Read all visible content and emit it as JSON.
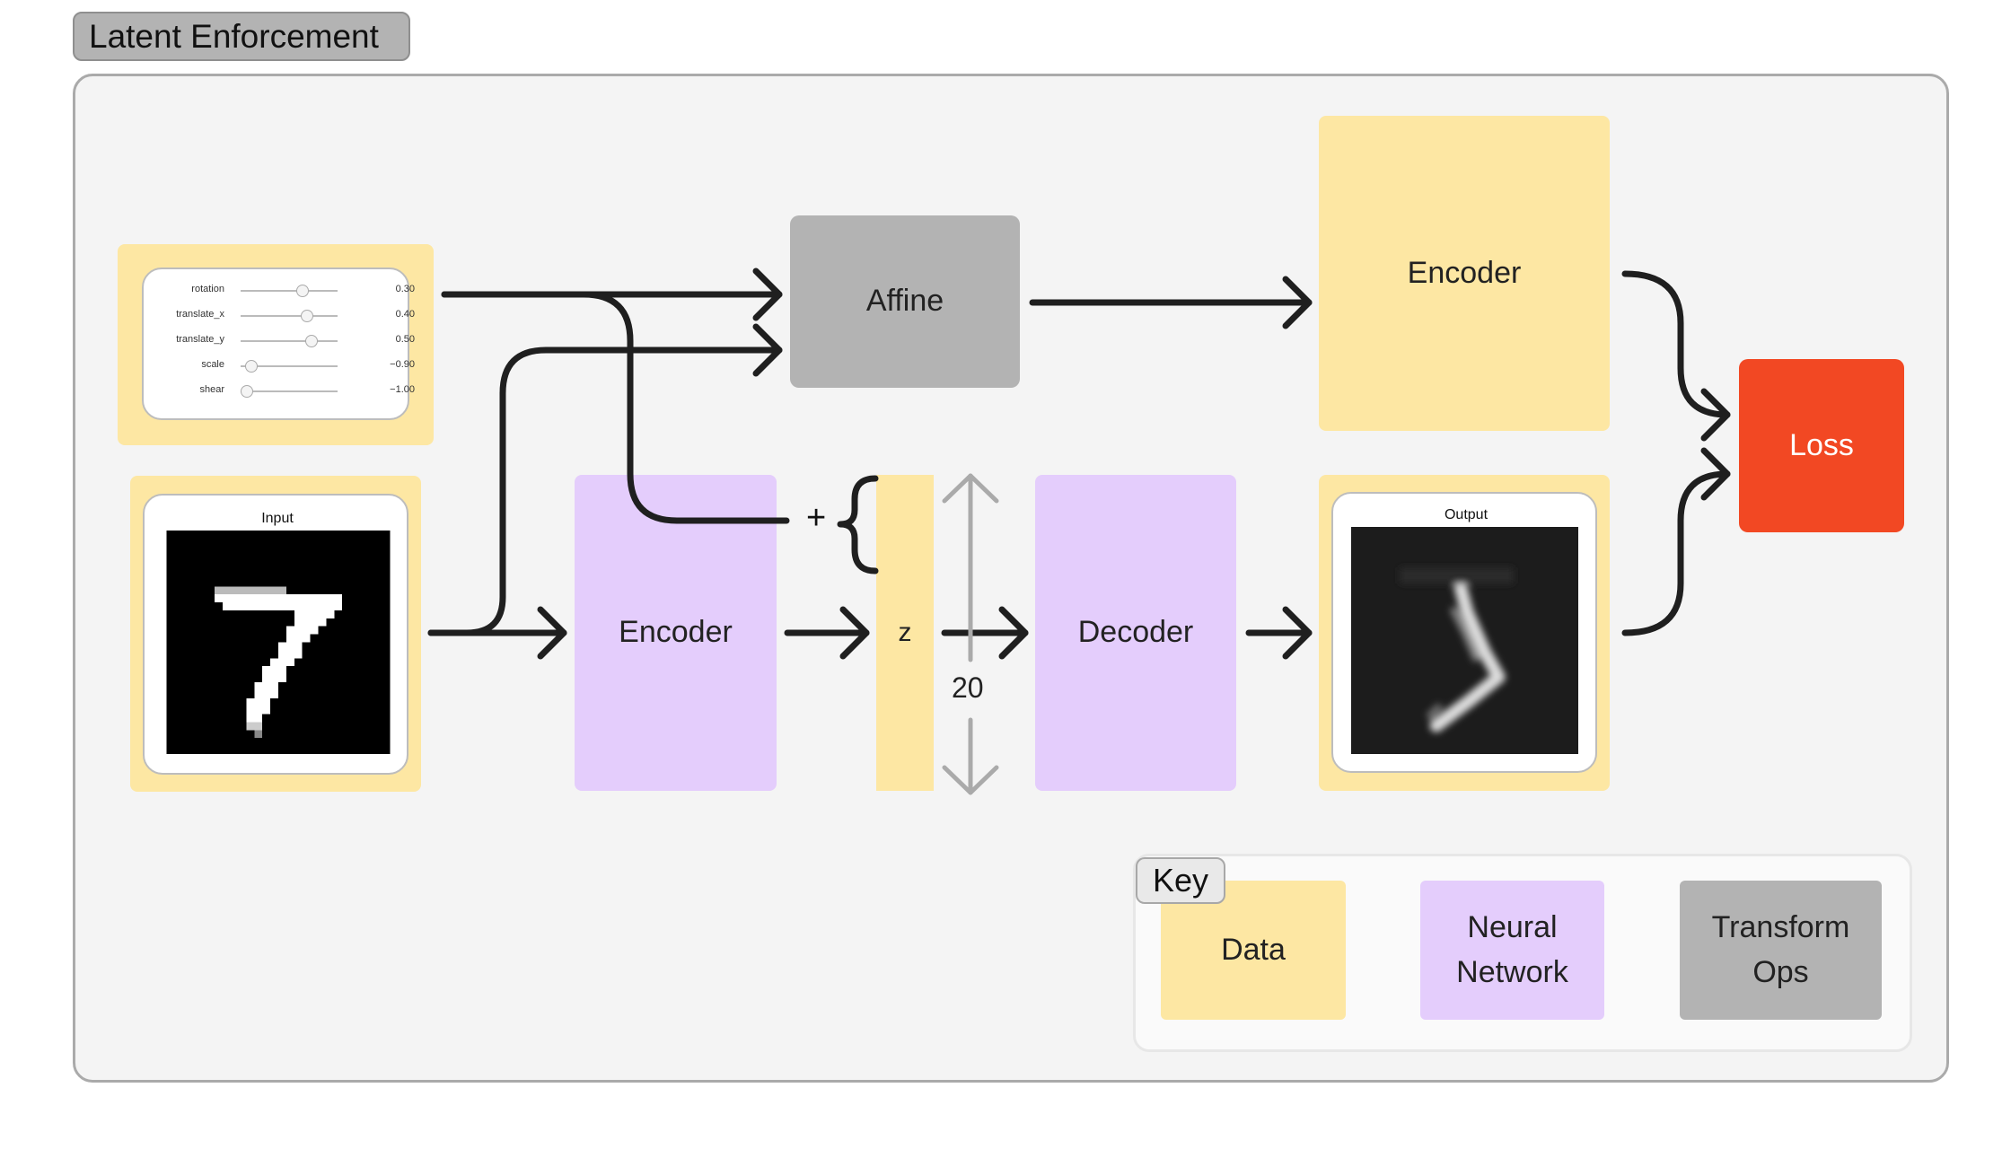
{
  "title": "Latent Enforcement",
  "blocks": {
    "affine": "Affine",
    "encoder_top": "Encoder",
    "encoder_bottom": "Encoder",
    "decoder": "Decoder",
    "loss": "Loss",
    "z": "z",
    "dim": "20",
    "plus": "+"
  },
  "params": [
    {
      "name": "rotation",
      "value": "0.30",
      "level": 0.65
    },
    {
      "name": "translate_x",
      "value": "0.40",
      "level": 0.7
    },
    {
      "name": "translate_y",
      "value": "0.50",
      "level": 0.75
    },
    {
      "name": "scale",
      "value": "−0.90",
      "level": 0.05
    },
    {
      "name": "shear",
      "value": "−1.00",
      "level": 0.0
    }
  ],
  "images": {
    "input_title": "Input",
    "output_title": "Output"
  },
  "key": {
    "title": "Key",
    "data": "Data",
    "nn_line1": "Neural",
    "nn_line2": "Network",
    "ops_line1": "Transform",
    "ops_line2": "Ops"
  },
  "colors": {
    "data": "#fde7a3",
    "neural_network": "#e4cdfc",
    "transform_ops": "#b3b3b3",
    "loss": "#f24823"
  }
}
